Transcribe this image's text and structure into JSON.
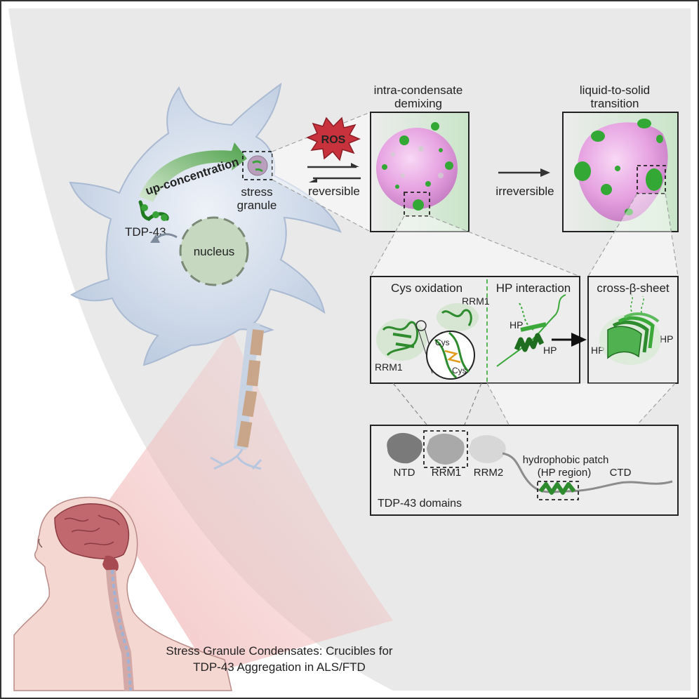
{
  "labels": {
    "up_concentration": "up-concentration",
    "stress_granule_line1": "stress",
    "stress_granule_line2": "granule",
    "tdp43": "TDP-43",
    "nucleus": "nucleus",
    "ros": "ROS",
    "reversible": "reversible",
    "irreversible": "irreversible",
    "demixing_line1": "intra-condensate",
    "demixing_line2": "demixing",
    "transition_line1": "liquid-to-solid",
    "transition_line2": "transition",
    "cys_oxidation": "Cys oxidation",
    "hp_interaction": "HP interaction",
    "cross_beta": "cross-β-sheet",
    "rrm1_a": "RRM1",
    "rrm1_b": "RRM1",
    "cys_a": "Cys",
    "cys_b": "Cys",
    "hp_a": "HP",
    "hp_b": "HP",
    "hp_c": "HP",
    "hp_d": "HP",
    "ntd": "NTD",
    "rrm1": "RRM1",
    "rrm2": "RRM2",
    "hydrophobic_line1": "hydrophobic patch",
    "hydrophobic_line2": "(HP region)",
    "ctd": "CTD",
    "domains_title": "TDP-43 domains",
    "caption_line1": "Stress Granule Condensates: Crucibles for",
    "caption_line2": "TDP-43 Aggregation in ALS/FTD"
  },
  "colors": {
    "background": "#e9e9e9",
    "neuron": "#c9d6e6",
    "condensate_pink": "#e7a3e2",
    "green": "#3aa93a",
    "ros_red": "#c8323c",
    "nucleus": "#c6d8c0"
  }
}
